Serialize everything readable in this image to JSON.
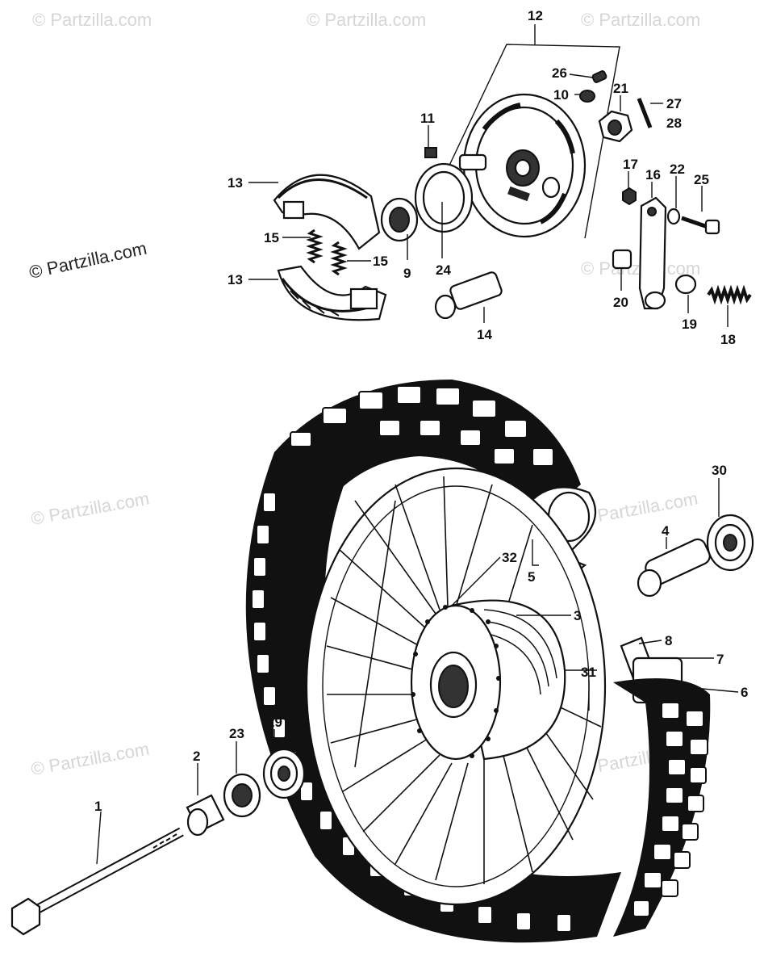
{
  "watermarks": [
    "© Partzilla.com",
    "© Partzilla.com",
    "© Partzilla.com",
    "© Partzilla.com",
    "© Partzilla.com",
    "© Partzilla.com",
    "© Partzilla.com",
    "© Partzilla.com",
    "© Partzilla.com"
  ],
  "labels": [
    "1",
    "2",
    "3",
    "4",
    "5",
    "6",
    "7",
    "8",
    "9",
    "10",
    "11",
    "12",
    "13",
    "13",
    "14",
    "15",
    "15",
    "16",
    "17",
    "18",
    "19",
    "20",
    "21",
    "22",
    "23",
    "24",
    "25",
    "26",
    "27",
    "28",
    "29",
    "30",
    "31",
    "32"
  ]
}
